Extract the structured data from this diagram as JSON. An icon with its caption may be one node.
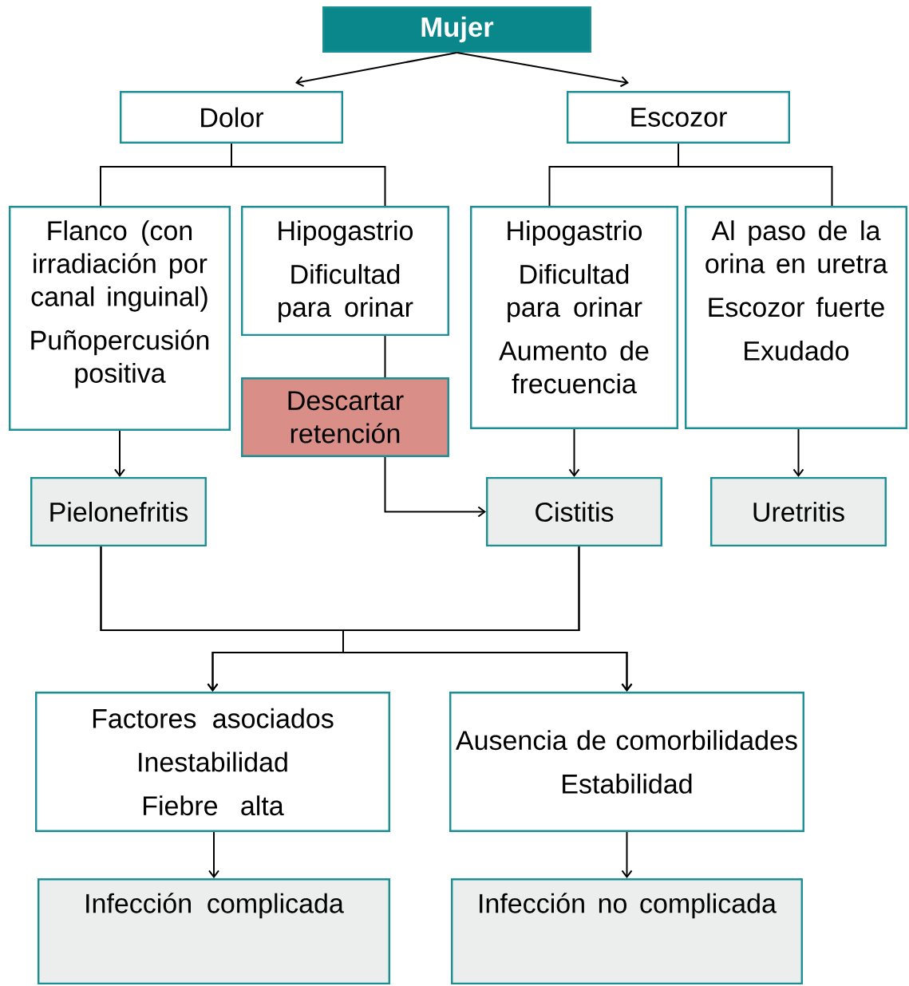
{
  "diagram": {
    "nodes": [
      {
        "text": [
          "Mujer"
        ]
      },
      {
        "text": [
          "Dolor"
        ]
      },
      {
        "text": [
          "Escozor"
        ]
      },
      {
        "text": [
          "Flanco (con irradiación por canal inguinal)",
          "Puñopercusión positiva"
        ]
      },
      {
        "text": [
          "Hipogastrio",
          "Dificultad para orinar"
        ]
      },
      {
        "text": [
          "Descartar retención"
        ]
      },
      {
        "text": [
          "Hipogastrio",
          "Dificultad para orinar",
          "Aumento de frecuencia"
        ]
      },
      {
        "text": [
          "Al paso de la orina en uretra",
          "Escozor fuerte",
          "Exudado"
        ]
      },
      {
        "text": [
          "Pielonefritis"
        ]
      },
      {
        "text": [
          "Cistitis"
        ]
      },
      {
        "text": [
          "Uretritis"
        ]
      },
      {
        "text": [
          "Factores asociados",
          "Inestabilidad",
          "Fiebre alta"
        ]
      },
      {
        "text": [
          "Ausencia de comorbilidades",
          "Estabilidad"
        ]
      },
      {
        "text": [
          "Infección complicada"
        ]
      },
      {
        "text": [
          "Infección no complicada"
        ]
      }
    ],
    "edges": [
      {
        "from": 0,
        "to": 1,
        "arrow": "to"
      },
      {
        "from": 0,
        "to": 2,
        "arrow": "to"
      },
      {
        "from": 1,
        "to": 3,
        "arrow": "none"
      },
      {
        "from": 1,
        "to": 4,
        "arrow": "none"
      },
      {
        "from": 2,
        "to": 6,
        "arrow": "none"
      },
      {
        "from": 2,
        "to": 7,
        "arrow": "none"
      },
      {
        "from": 4,
        "to": 5,
        "arrow": "none"
      },
      {
        "from": 3,
        "to": 8,
        "arrow": "to"
      },
      {
        "from": 5,
        "to": 9,
        "arrow": "to"
      },
      {
        "from": 6,
        "to": 9,
        "arrow": "to"
      },
      {
        "from": 7,
        "to": 10,
        "arrow": "to"
      },
      {
        "from": 8,
        "to": 11,
        "arrow": "to"
      },
      {
        "from": 8,
        "to": 12,
        "arrow": "to"
      },
      {
        "from": 9,
        "to": 11,
        "arrow": "to"
      },
      {
        "from": 9,
        "to": 12,
        "arrow": "to"
      },
      {
        "from": 11,
        "to": 13,
        "arrow": "to"
      },
      {
        "from": 12,
        "to": 14,
        "arrow": "to"
      }
    ]
  }
}
